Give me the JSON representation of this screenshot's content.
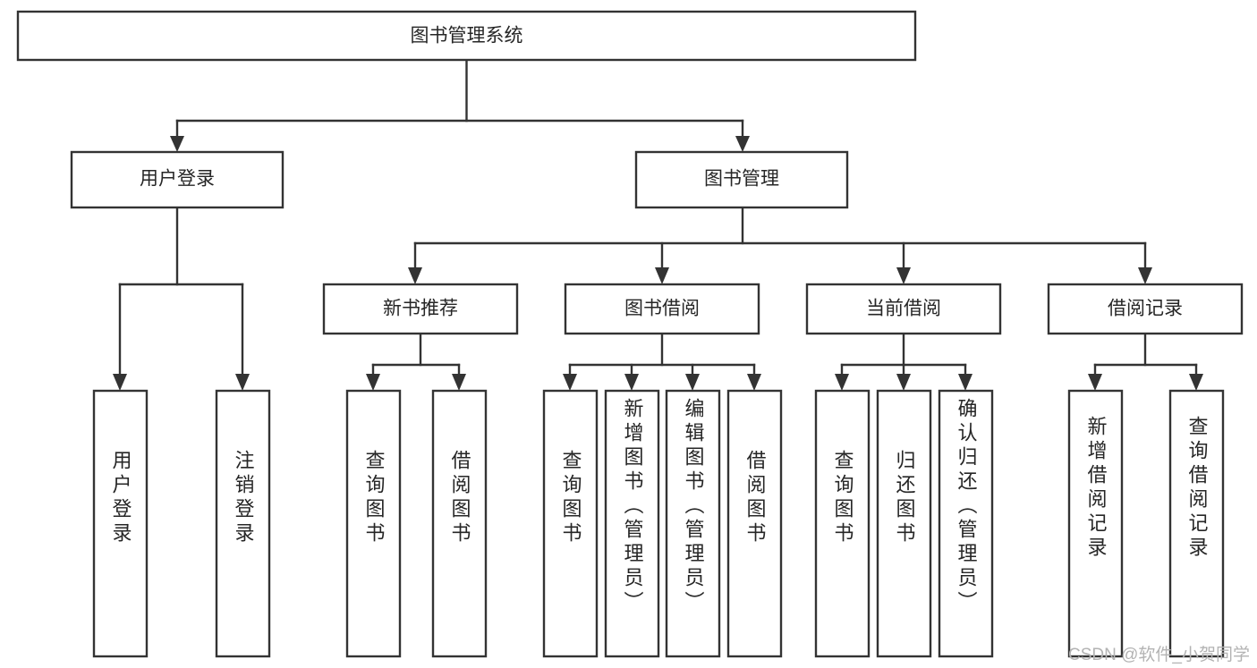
{
  "diagram": {
    "type": "tree",
    "title": "图书管理系统",
    "watermark": "CSDN @软件_小贺同学",
    "colors": {
      "stroke": "#333333",
      "fill": "#ffffff",
      "text": "#262626",
      "watermark": "#b3b3b3"
    },
    "root": {
      "label": "图书管理系统"
    },
    "level2": [
      {
        "label": "用户登录"
      },
      {
        "label": "图书管理"
      }
    ],
    "level3": [
      {
        "label": "新书推荐"
      },
      {
        "label": "图书借阅"
      },
      {
        "label": "当前借阅"
      },
      {
        "label": "借阅记录"
      }
    ],
    "leaves": {
      "user_login": [
        {
          "label": "用户登录"
        },
        {
          "label": "注销登录"
        }
      ],
      "new_book": [
        {
          "label": "查询图书"
        },
        {
          "label": "借阅图书"
        }
      ],
      "book_borrow": [
        {
          "label": "查询图书"
        },
        {
          "label": "新增图书（管理员）"
        },
        {
          "label": "编辑图书（管理员）"
        },
        {
          "label": "借阅图书"
        }
      ],
      "current_borrow": [
        {
          "label": "查询图书"
        },
        {
          "label": "归还图书"
        },
        {
          "label": "确认归还（管理员）"
        }
      ],
      "borrow_record": [
        {
          "label": "新增借阅记录"
        },
        {
          "label": "查询借阅记录"
        }
      ]
    }
  }
}
